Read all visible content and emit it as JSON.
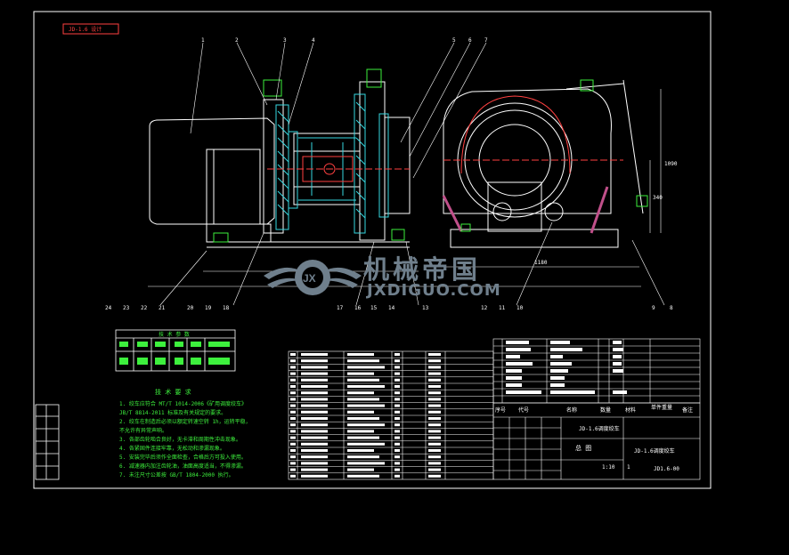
{
  "drawing_tag": "JD-1.6 设计",
  "balloons_top": [
    "1",
    "2",
    "3",
    "4",
    "5",
    "6",
    "7"
  ],
  "balloons_bottom_left": [
    "24",
    "23",
    "22",
    "21",
    "20",
    "19",
    "18"
  ],
  "balloons_bottom_mid": [
    "17",
    "16",
    "15",
    "14",
    "13"
  ],
  "balloons_bottom_right": [
    "12",
    "11",
    "10"
  ],
  "balloons_far_right": [
    "9",
    "8"
  ],
  "dims": {
    "overall_length": "1180",
    "height": "1090",
    "center": "340"
  },
  "watermark": {
    "cn": "机械帝国",
    "en": "JXDIGUO.COM"
  },
  "tech": {
    "table_title": "技 术 参 数",
    "title": "技 术 要 求",
    "lines": [
      "1. 绞车应符合 MT/T 1014-2006《矿用调度绞车》",
      "  JB/T 8814-2011 标准及有关规定的要求。",
      "2. 绞车在制造后必须以额定转速空转 1h，运转平稳，",
      "  不允许有异常声响。",
      "3. 各部齿轮啮合良好，无卡滞和周期性冲击现象。",
      "4. 各紧固件连接牢靠，无松动和渗漏现象。",
      "5. 安装完毕后须作全面检查，合格后方可投入使用。",
      "6. 减速器内加注齿轮油，油面高度适当，不得渗漏。",
      "7. 未注尺寸公差按 GB/T 1804-2000 执行。"
    ]
  },
  "parts_list_rows": 20,
  "title_block": {
    "header": [
      "序号",
      "代号",
      "名称",
      "数量",
      "材料",
      "单件重量",
      "备注"
    ],
    "product": "JD-1.6调度绞车",
    "drawing": "总 图",
    "drawing_no": "JD1.6-00",
    "scale": "1:10",
    "sheet": "1"
  },
  "colors": {
    "line": "#ffffff",
    "section": "#36d7e0",
    "green": "#3df03d",
    "red": "#ff4040",
    "brake": "#c0508a"
  }
}
